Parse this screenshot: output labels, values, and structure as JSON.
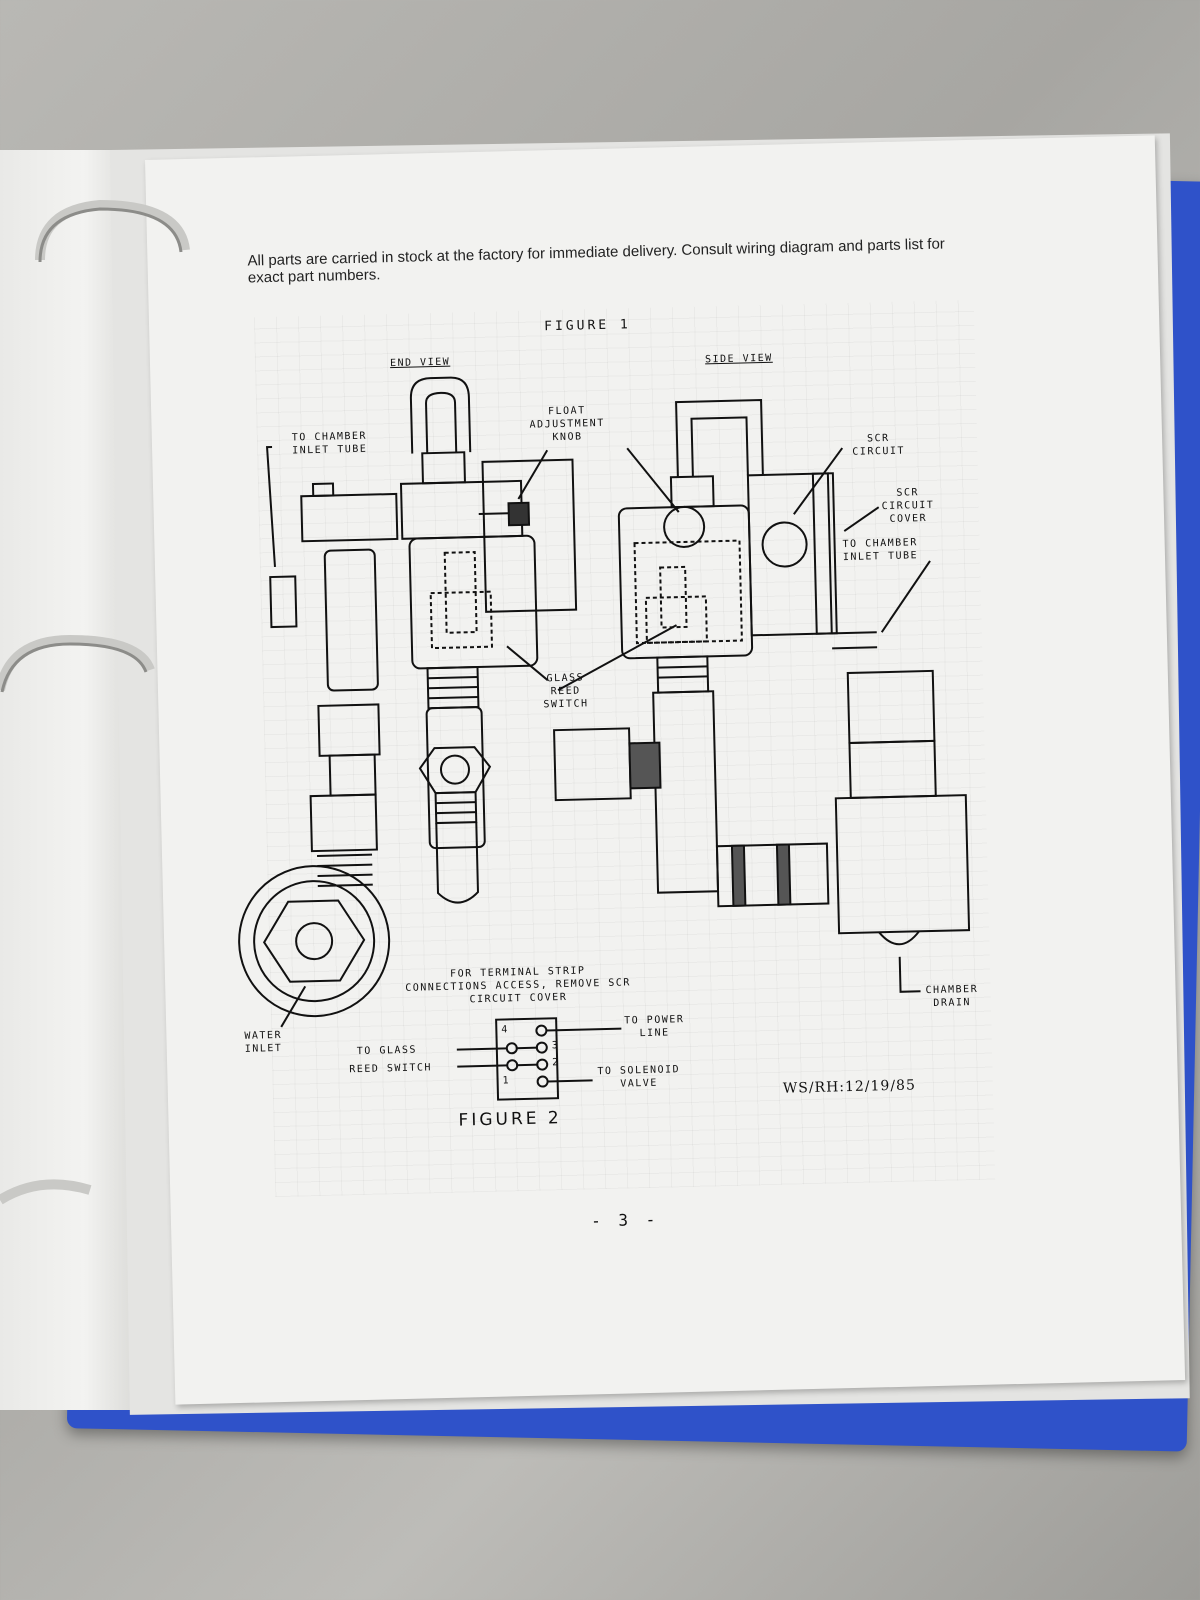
{
  "intro_text": "All parts are carried in stock at the factory for immediate delivery.  Consult wiring diagram and parts list for exact part numbers.",
  "figure1": {
    "title": "FIGURE  1",
    "end_view_label": "END  VIEW",
    "side_view_label": "SIDE  VIEW",
    "labels": {
      "to_chamber_inlet_left": "TO CHAMBER\nINLET TUBE",
      "float_adjustment_knob": "FLOAT\nADJUSTMENT\nKNOB",
      "scr_circuit": "SCR\nCIRCUIT",
      "scr_circuit_cover": "SCR\nCIRCUIT\nCOVER",
      "to_chamber_inlet_right": "TO CHAMBER\nINLET TUBE",
      "glass_reed_switch": "GLASS\nREED\nSWITCH",
      "water_inlet": "WATER\nINLET",
      "chamber_drain": "CHAMBER\nDRAIN"
    }
  },
  "figure2": {
    "note": "FOR TERMINAL STRIP\nCONNECTIONS ACCESS, REMOVE SCR\nCIRCUIT  COVER",
    "to_glass": "TO GLASS",
    "reed_switch": "REED SWITCH",
    "to_power_line": "TO POWER\nLINE",
    "to_solenoid_valve": "TO SOLENOID\nVALVE",
    "terminals": [
      "4",
      "3",
      "2",
      "1"
    ],
    "title": "FIGURE  2"
  },
  "date_code": "WS/RH:12/19/85",
  "page_number": "- 3 -",
  "colors": {
    "binder": "#2f52c9",
    "paper": "#f2f2f0",
    "ink": "#111111",
    "counter": "#b0afab"
  }
}
